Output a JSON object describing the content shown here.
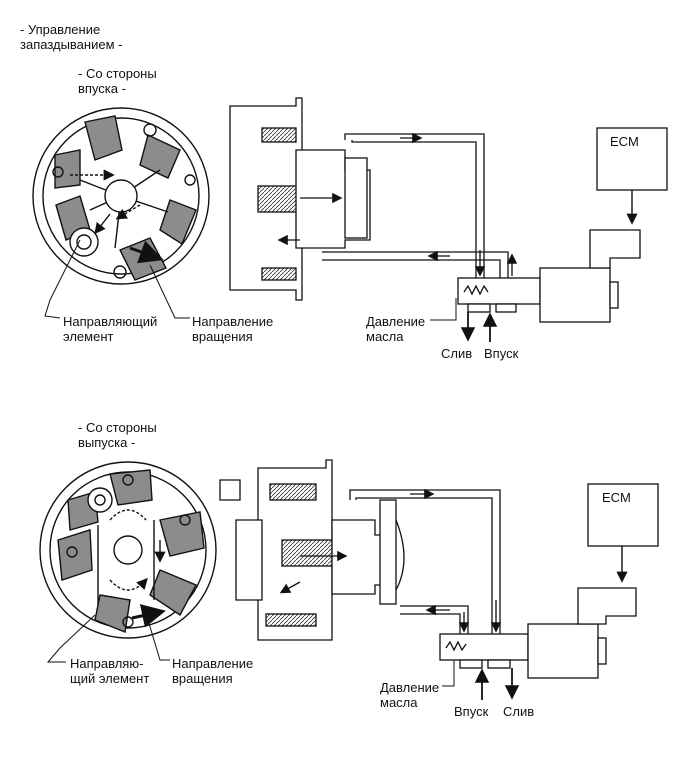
{
  "header": {
    "title": "- Управление\nзапаздыванием -"
  },
  "intake": {
    "side_label": "- Со стороны\nвпуска -",
    "guide_label": "Направляющий\nэлемент",
    "rotation_label": "Направление\nвращения",
    "ecm_label": "ECM",
    "oil_pressure_label": "Давление\nмасла",
    "drain_label": "Слив",
    "inlet_label": "Впуск"
  },
  "exhaust": {
    "side_label": "- Со стороны\nвыпуска -",
    "guide_label": "Направляю-\nщий элемент",
    "rotation_label": "Направление\nвращения",
    "ecm_label": "ECM",
    "oil_pressure_label": "Давление\nмасла",
    "inlet_label": "Впуск",
    "drain_label": "Слив"
  },
  "colors": {
    "line": "#111111",
    "shade": "#8c8c8c",
    "background": "#ffffff"
  }
}
